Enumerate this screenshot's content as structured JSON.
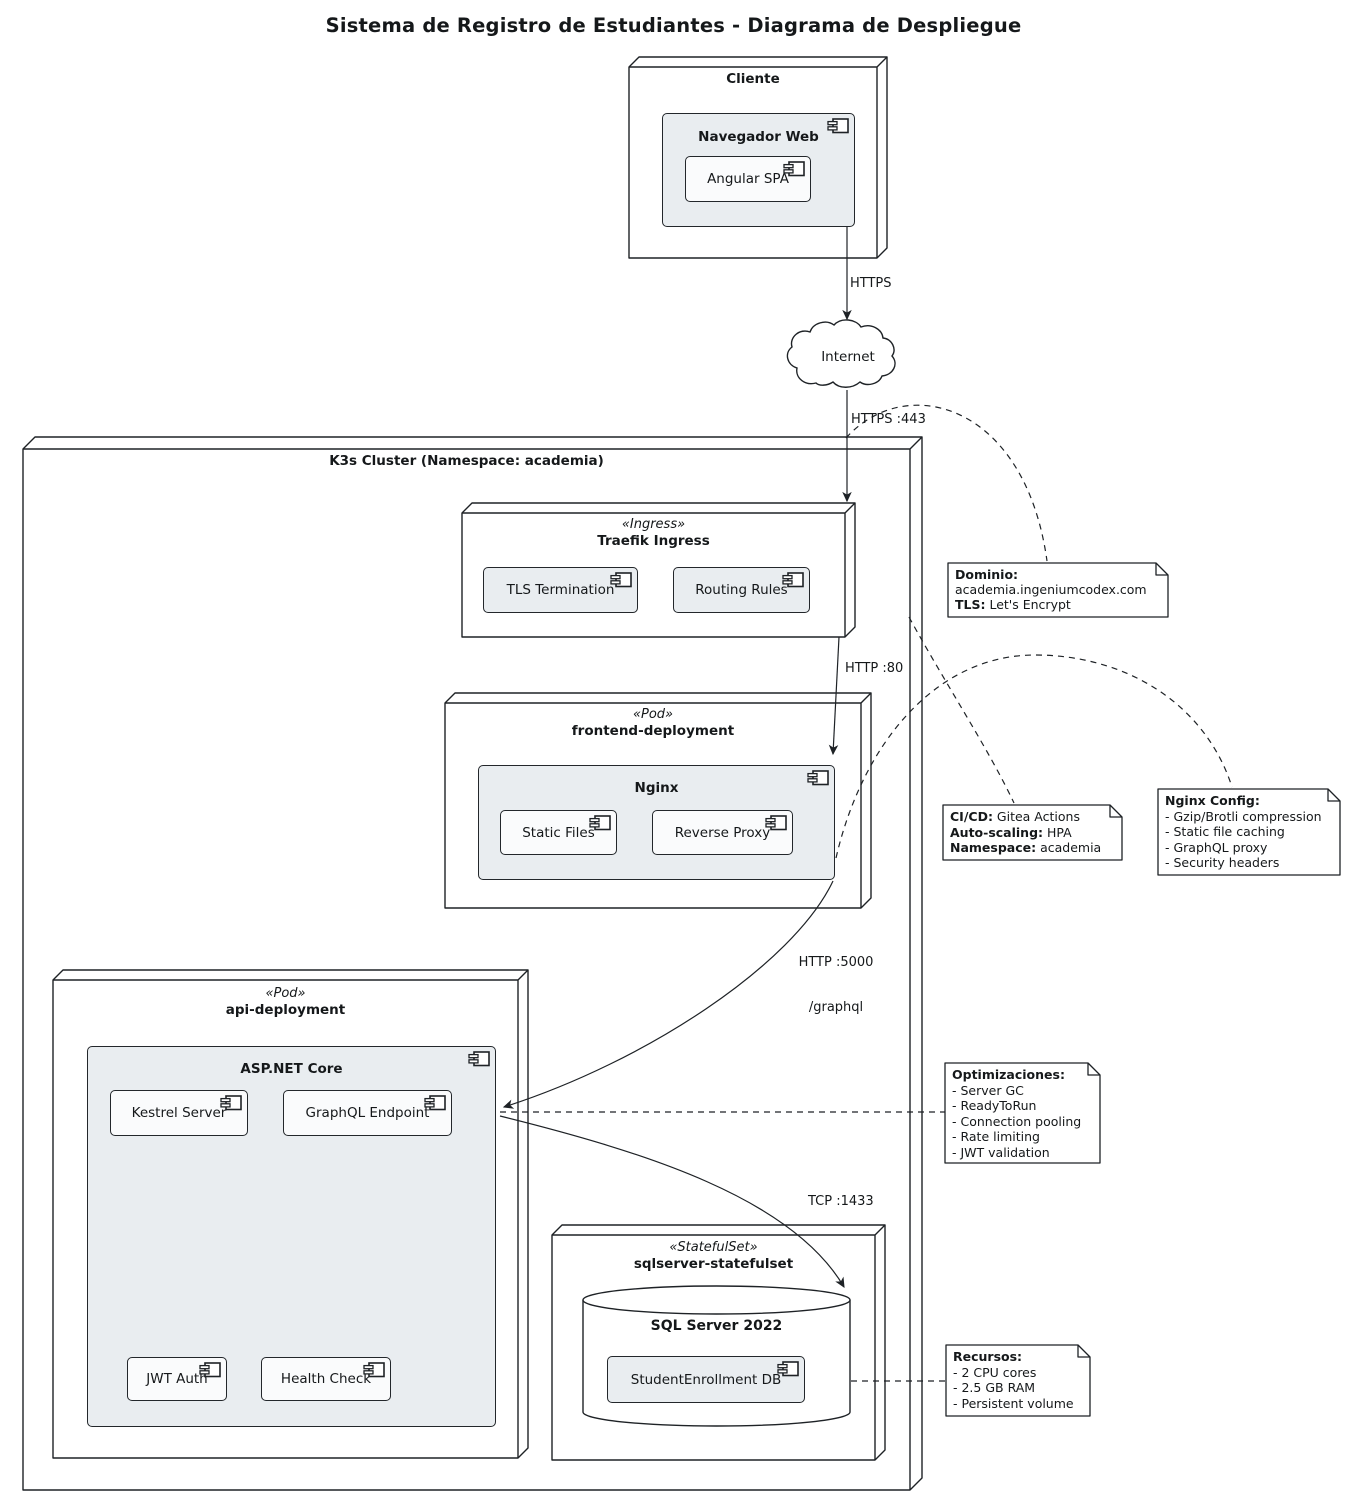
{
  "title": "Sistema de Registro de Estudiantes - Diagrama de Despliegue",
  "colors": {
    "border": "#1E2226",
    "component_fill": "#E9EDF0",
    "inner_component_fill": "#FAFBFC",
    "node_fill": "#FFFFFF",
    "note_fill": "#FFFFFF"
  },
  "nodes": {
    "cliente": {
      "label": "Cliente"
    },
    "cluster": {
      "label": "K3s Cluster (Namespace: academia)"
    },
    "traefik": {
      "stereotype": "«Ingress»",
      "label": "Traefik Ingress"
    },
    "frontend": {
      "stereotype": "«Pod»",
      "label": "frontend-deployment"
    },
    "api": {
      "stereotype": "«Pod»",
      "label": "api-deployment"
    },
    "sqlserver": {
      "stereotype": "«StatefulSet»",
      "label": "sqlserver-statefulset"
    },
    "internet": {
      "label": "Internet"
    },
    "database": {
      "label": "SQL Server 2022"
    }
  },
  "components": {
    "navegador": {
      "label": "Navegador Web"
    },
    "angular": {
      "label": "Angular SPA"
    },
    "tls": {
      "label": "TLS Termination"
    },
    "routing": {
      "label": "Routing Rules"
    },
    "nginx": {
      "label": "Nginx"
    },
    "static_files": {
      "label": "Static Files"
    },
    "reverse_proxy": {
      "label": "Reverse Proxy"
    },
    "aspnet": {
      "label": "ASP.NET Core"
    },
    "kestrel": {
      "label": "Kestrel Server"
    },
    "graphql": {
      "label": "GraphQL Endpoint"
    },
    "jwt": {
      "label": "JWT Auth"
    },
    "health": {
      "label": "Health Check"
    },
    "studentdb": {
      "label": "StudentEnrollment DB"
    }
  },
  "edges": {
    "https": {
      "label": "HTTPS"
    },
    "https443": {
      "label": "HTTPS :443"
    },
    "http80": {
      "label": "HTTP :80"
    },
    "http5000": {
      "label": "HTTP :5000",
      "label2": "/graphql"
    },
    "tcp1433": {
      "label": "TCP :1433"
    }
  },
  "notes": {
    "dominio": {
      "lines": [
        {
          "b": "Dominio:",
          "t": ""
        },
        {
          "b": "",
          "t": "academia.ingeniumcodex.com"
        },
        {
          "b": "TLS:",
          "t": " Let's Encrypt"
        }
      ]
    },
    "cicd": {
      "lines": [
        {
          "b": "CI/CD:",
          "t": " Gitea Actions"
        },
        {
          "b": "Auto-scaling:",
          "t": " HPA"
        },
        {
          "b": "Namespace:",
          "t": " academia"
        }
      ]
    },
    "nginx_config": {
      "lines": [
        {
          "b": "Nginx Config:",
          "t": ""
        },
        {
          "b": "",
          "t": "- Gzip/Brotli compression"
        },
        {
          "b": "",
          "t": "- Static file caching"
        },
        {
          "b": "",
          "t": "- GraphQL proxy"
        },
        {
          "b": "",
          "t": "- Security headers"
        }
      ]
    },
    "optimizaciones": {
      "lines": [
        {
          "b": "Optimizaciones:",
          "t": ""
        },
        {
          "b": "",
          "t": "- Server GC"
        },
        {
          "b": "",
          "t": "- ReadyToRun"
        },
        {
          "b": "",
          "t": "- Connection pooling"
        },
        {
          "b": "",
          "t": "- Rate limiting"
        },
        {
          "b": "",
          "t": "- JWT validation"
        }
      ]
    },
    "recursos": {
      "lines": [
        {
          "b": "Recursos:",
          "t": ""
        },
        {
          "b": "",
          "t": "- 2 CPU cores"
        },
        {
          "b": "",
          "t": "- 2.5 GB RAM"
        },
        {
          "b": "",
          "t": "- Persistent volume"
        }
      ]
    }
  }
}
